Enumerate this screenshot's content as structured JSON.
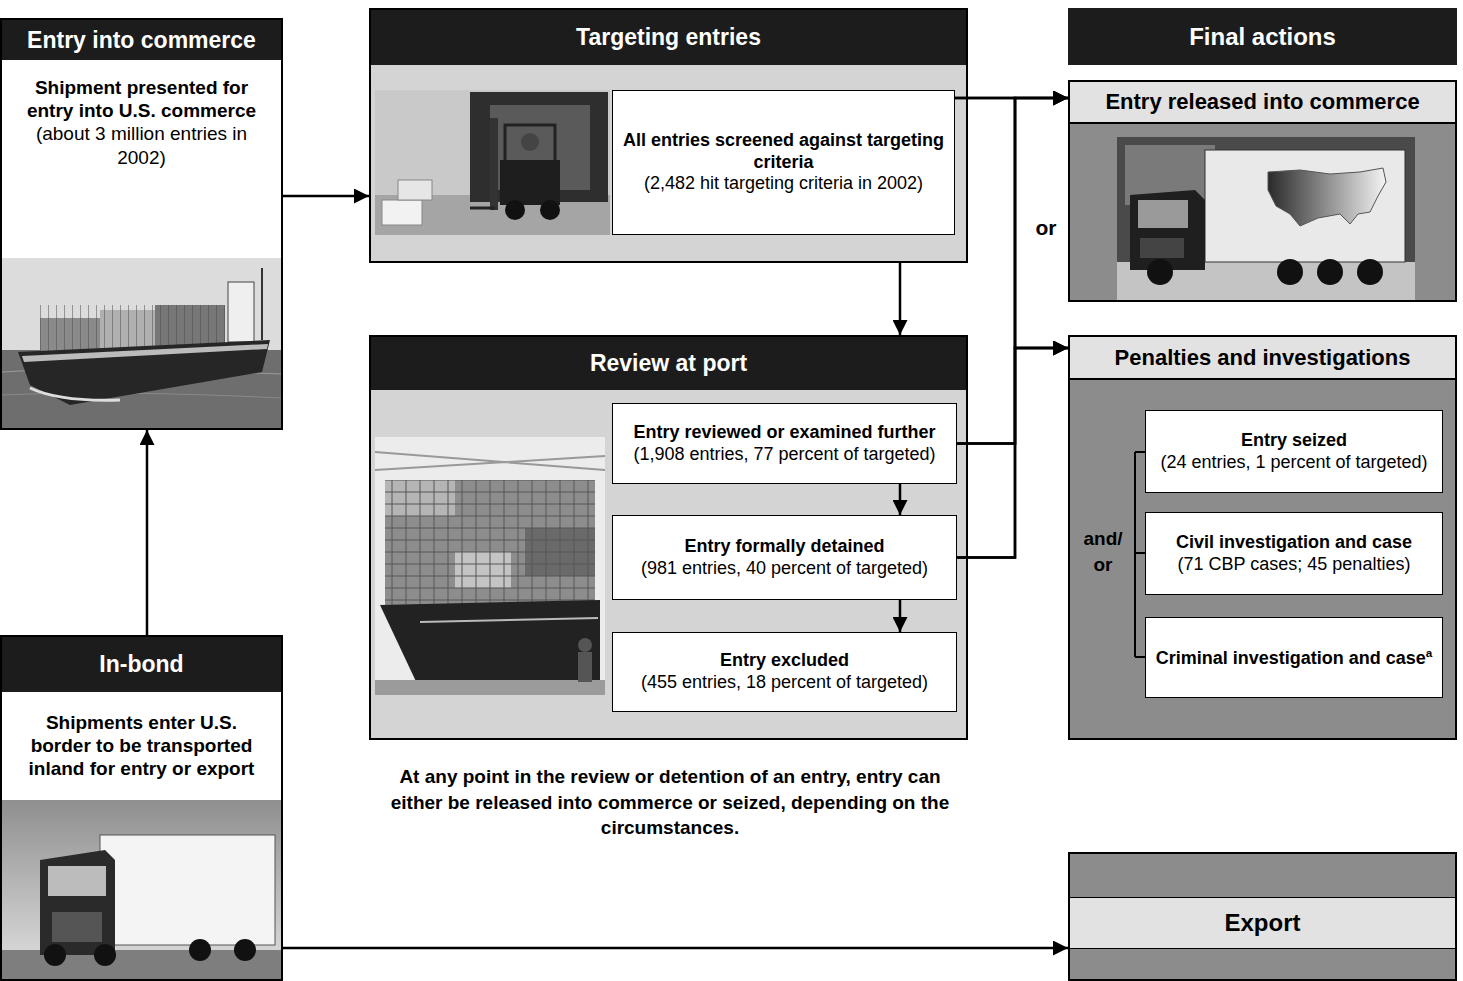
{
  "diagram": {
    "nodes": [
      {
        "text": [
          "Entry into commerce",
          "Shipment presented for entry into U.S. commerce",
          "(about 3 million entries in 2002)"
        ]
      },
      {
        "text": [
          "Targeting entries"
        ]
      },
      {
        "text": [
          "All entries screened against targeting criteria",
          "(2,482 hit targeting criteria in 2002)"
        ],
        "in": 1
      },
      {
        "text": [
          "Final actions"
        ]
      },
      {
        "text": [
          "Entry released into commerce"
        ]
      },
      {
        "text": [
          "Review at port"
        ]
      },
      {
        "text": [
          "Entry reviewed or examined further",
          "(1,908 entries, 77 percent of targeted)"
        ],
        "in": 5
      },
      {
        "text": [
          "Entry formally detained",
          "(981 entries, 40 percent of targeted)"
        ],
        "in": 5
      },
      {
        "text": [
          "Entry excluded",
          "(455 entries, 18 percent of targeted)"
        ],
        "in": 5
      },
      {
        "text": [
          "Penalties and investigations"
        ]
      },
      {
        "text": [
          "Entry seized",
          "(24 entries, 1 percent of targeted)"
        ],
        "in": 9
      },
      {
        "text": [
          "Civil investigation and case",
          "(71 CBP cases; 45 penalties)"
        ],
        "in": 9
      },
      {
        "text": [
          "Criminal investigation and case",
          "a"
        ],
        "in": 9
      },
      {
        "text": [
          "In-bond",
          "Shipments enter U.S. border to be transported inland for entry or export"
        ]
      },
      {
        "text": [
          "Export"
        ]
      }
    ],
    "edges": [
      {
        "from": 0,
        "to": 1,
        "arrow": "to"
      },
      {
        "from": 13,
        "to": 0,
        "arrow": "to"
      },
      {
        "from": 1,
        "to": 5,
        "arrow": "to"
      },
      {
        "from": 2,
        "to": 4,
        "arrow": "to"
      },
      {
        "from": 2,
        "to": 9,
        "arrow": "to"
      },
      {
        "from": 6,
        "to": 4,
        "arrow": "to"
      },
      {
        "from": 6,
        "to": 9,
        "arrow": "to"
      },
      {
        "from": 7,
        "to": 4,
        "arrow": "to"
      },
      {
        "from": 7,
        "to": 9,
        "arrow": "to"
      },
      {
        "from": 6,
        "to": 7,
        "arrow": "to"
      },
      {
        "from": 7,
        "to": 8,
        "arrow": "to"
      },
      {
        "from": 13,
        "to": 14,
        "arrow": "to"
      }
    ],
    "labels": [
      "or",
      "and/ or",
      "At any point in the review or detention of an entry, entry can either be released into commerce or seized, depending on the circumstances."
    ]
  }
}
